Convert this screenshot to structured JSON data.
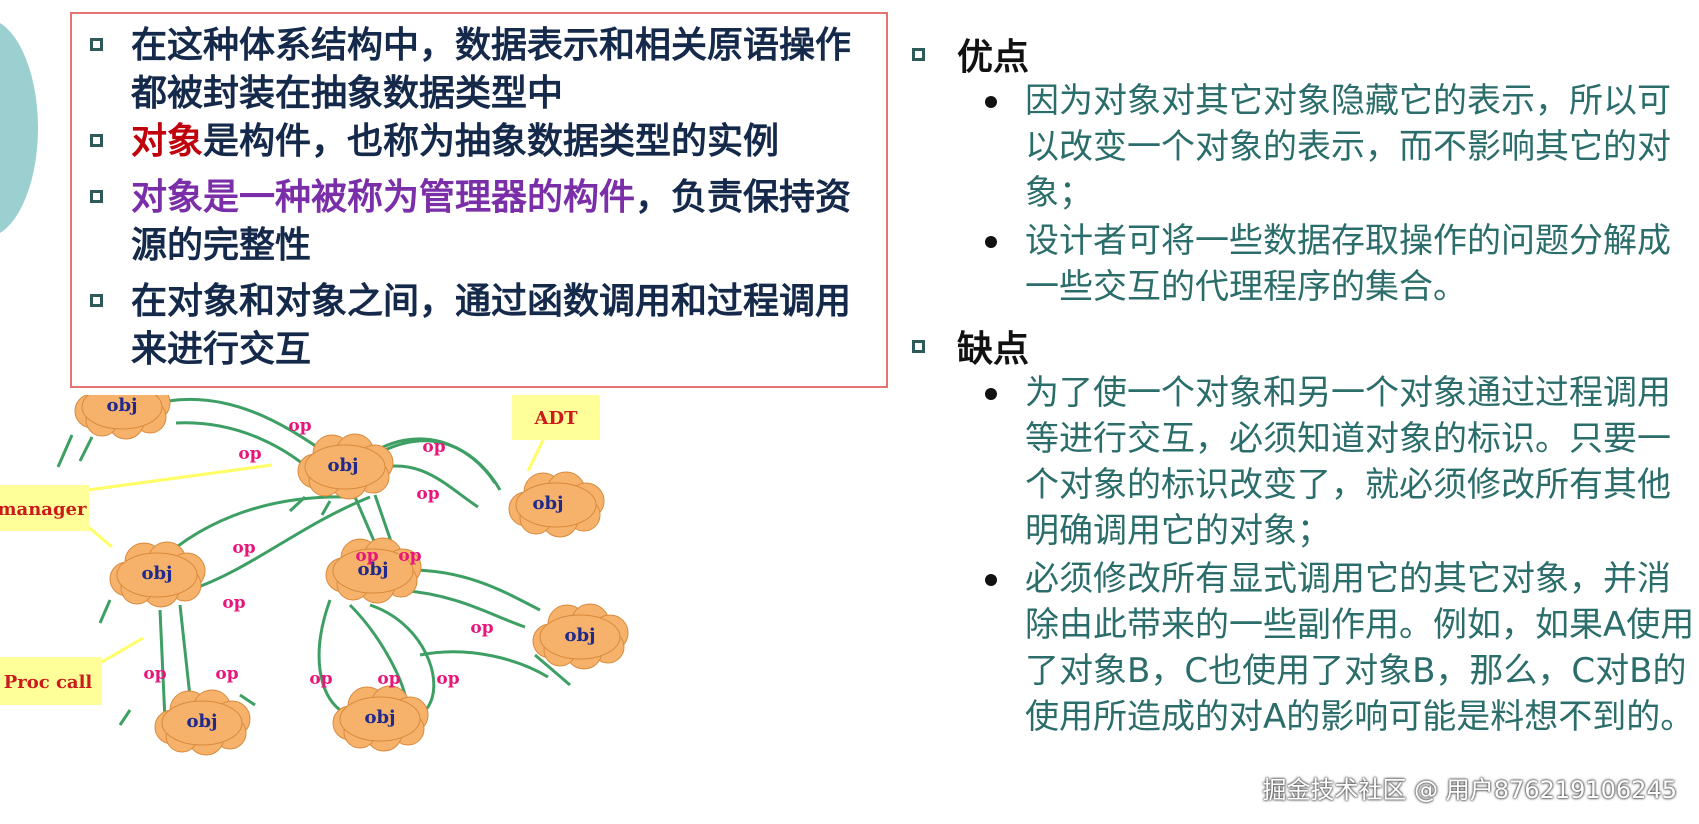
{
  "definition_box": {
    "item1": "在这种体系结构中，数据表示和相关原语操作都被封装在抽象数据类型中",
    "item2_emph": "对象",
    "item2_rest": "是构件，也称为抽象数据类型的实例",
    "item3_emph": "对象是一种被称为管理器的构件",
    "item3_rest": "，负责保持资源的完整性",
    "item4": "在对象和对象之间，通过函数调用和过程调用来进行交互"
  },
  "advantages": {
    "heading": "优点",
    "bullets": [
      "因为对象对其它对象隐藏它的表示，所以可以改变一个对象的表示，而不影响其它的对象；",
      "设计者可将一些数据存取操作的问题分解成一些交互的代理程序的集合。"
    ]
  },
  "disadvantages": {
    "heading": "缺点",
    "bullets": [
      "为了使一个对象和另一个对象通过过程调用等进行交互，必须知道对象的标识。只要一个对象的标识改变了，就必须修改所有其他明确调用它的对象；",
      "必须修改所有显式调用它的其它对象，并消除由此带来的一些副作用。例如，如果A使用了对象B，C也使用了对象B，那么，C对B的使用所造成的对A的影响可能是料想不到的。"
    ]
  },
  "diagram": {
    "obj_label": "obj",
    "op_label": "op",
    "callouts": {
      "adt": "ADT",
      "manager": "manager",
      "proc_call": "Proc call"
    },
    "colors": {
      "cloud": "#f6b26b",
      "connector": "#3d9f64",
      "op_text": "#e8157a",
      "callout_bg": "#ffff99",
      "callout_text": "#cc1b1b"
    }
  },
  "watermark": "掘金技术社区 @ 用户876219106245"
}
